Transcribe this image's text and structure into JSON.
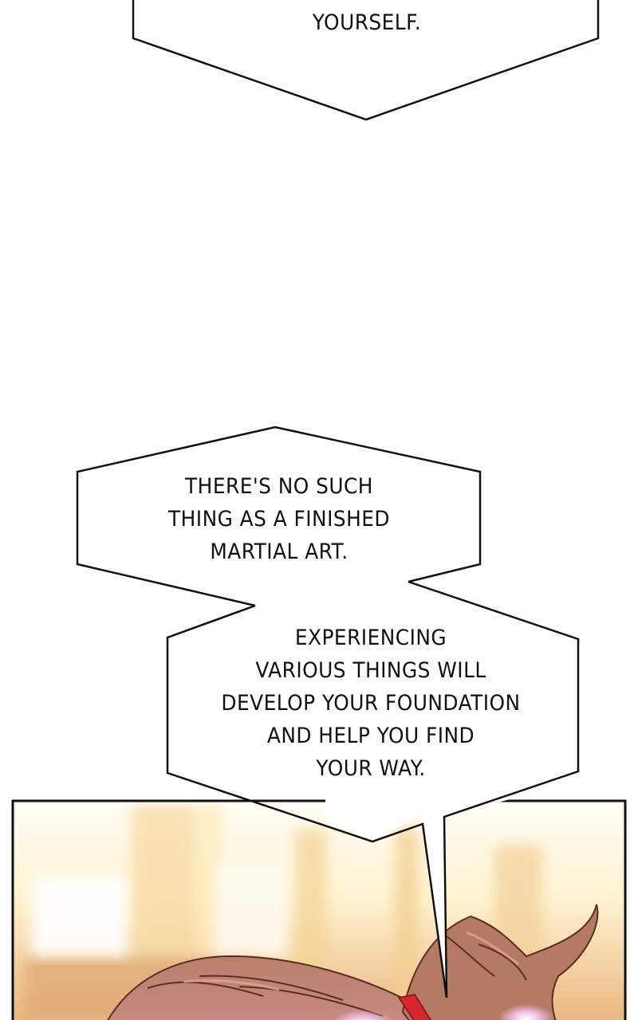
{
  "comic": {
    "bubbles": [
      {
        "id": "bubble-top",
        "lines": [
          "YOURSELF."
        ],
        "cut_off_line_above": true
      },
      {
        "id": "bubble-middle",
        "lines": [
          "THERE'S NO SUCH",
          "THING AS A FINISHED",
          "MARTIAL ART."
        ]
      },
      {
        "id": "bubble-lower",
        "lines": [
          "EXPERIENCING",
          "VARIOUS THINGS WILL",
          "DEVELOP YOUR FOUNDATION",
          "AND HELP YOU FIND",
          "YOUR WAY."
        ]
      }
    ],
    "panel": {
      "description": "Character with brown hair tied with a red ribbon, warm blurred window light background",
      "colors": {
        "background_light": "#fff6d8",
        "background_warm": "#f2c98a",
        "hair": "#b97a63",
        "hair_shadow": "#8a5142",
        "ribbon": "#d8262e",
        "glow": "#f4c7e8",
        "frame": "#111111"
      }
    }
  }
}
